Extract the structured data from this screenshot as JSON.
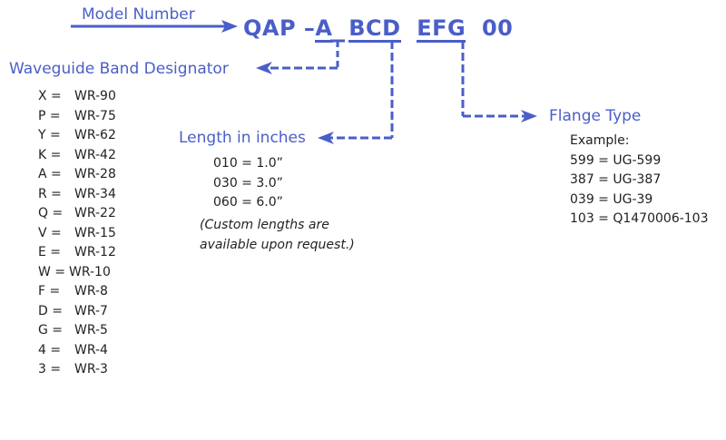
{
  "header": {
    "model_number_label": "Model Number",
    "model_code": {
      "prefix": "QAP – ",
      "band": "A",
      "length": "BCD",
      "flange": "EFG",
      "suffix": "00"
    }
  },
  "band_designator": {
    "title": "Waveguide Band Designator",
    "rows": [
      {
        "code": "X =",
        "value": "WR-90"
      },
      {
        "code": "P =",
        "value": "WR-75"
      },
      {
        "code": "Y =",
        "value": "WR-62"
      },
      {
        "code": "K =",
        "value": "WR-42"
      },
      {
        "code": "A =",
        "value": "WR-28"
      },
      {
        "code": "R =",
        "value": "WR-34"
      },
      {
        "code": "Q =",
        "value": "WR-22"
      },
      {
        "code": "V =",
        "value": "WR-15"
      },
      {
        "code": "E =",
        "value": "WR-12"
      },
      {
        "code": "W =",
        "value": "WR-10"
      },
      {
        "code": "F =",
        "value": "WR-8"
      },
      {
        "code": "D =",
        "value": "WR-7"
      },
      {
        "code": "G =",
        "value": "WR-5"
      },
      {
        "code": "4 =",
        "value": "WR-4"
      },
      {
        "code": "3 =",
        "value": "WR-3"
      }
    ]
  },
  "length": {
    "title": "Length in inches",
    "rows": [
      "010 = 1.0”",
      "030 = 3.0”",
      "060 = 6.0”"
    ],
    "note_line1": "(Custom lengths are",
    "note_line2": "available upon request.)"
  },
  "flange": {
    "title": "Flange Type",
    "example_label": "Example:",
    "rows": [
      "599 = UG-599",
      "387 = UG-387",
      "039 = UG-39",
      "103 = Q1470006-103"
    ]
  },
  "colors": {
    "accent": "#4a5ec8",
    "text": "#222222"
  }
}
